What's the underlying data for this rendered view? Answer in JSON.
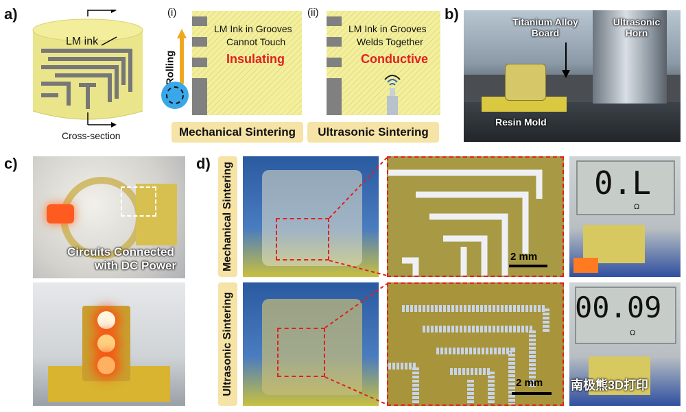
{
  "panel_a": {
    "label": "a)",
    "lm_ink": "LM ink",
    "cross_section": "Cross-section",
    "rolling": "Rolling",
    "sub_i": "(i)",
    "sub_ii": "(ii)",
    "i_line1": "LM Ink in Grooves",
    "i_line2": "Cannot Touch",
    "i_state": "Insulating",
    "ii_line1": "LM Ink in Grooves",
    "ii_line2": "Welds Together",
    "ii_state": "Conductive",
    "mech_label": "Mechanical Sintering",
    "ultra_label": "Ultrasonic Sintering"
  },
  "panel_b": {
    "label": "b)",
    "titanium": "Titanium Alloy Board",
    "horn": "Ultrasonic Horn",
    "mold": "Resin Mold"
  },
  "panel_c": {
    "label": "c)",
    "caption_line1": "Circuits Connected",
    "caption_line2": "with DC Power"
  },
  "panel_d": {
    "label": "d)",
    "row1_label": "Mechanical Sintering",
    "row2_label": "Ultrasonic Sintering",
    "scale1": "2 mm",
    "scale2": "2 mm",
    "meter1": "0.L",
    "meter2": "00.09",
    "ohm": "Ω"
  },
  "watermark": "南极熊3D打印",
  "colors": {
    "accent_yellow": "#f6e3a6",
    "diagram_yellow": "#f3ef9a",
    "red_text": "#e02020",
    "trace_gray": "#7a7a7a"
  }
}
